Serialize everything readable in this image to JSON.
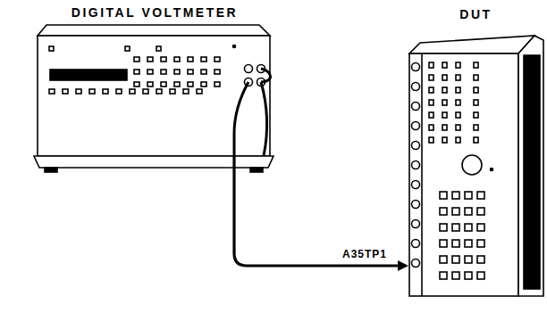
{
  "diagram": {
    "nodes": [
      {
        "text": [
          "DIGITAL VOLTMETER"
        ]
      },
      {
        "text": [
          "DUT"
        ]
      }
    ],
    "edges": [
      {
        "from": 0,
        "to": 1,
        "arrow": "to",
        "label": "A35TP1"
      }
    ]
  }
}
